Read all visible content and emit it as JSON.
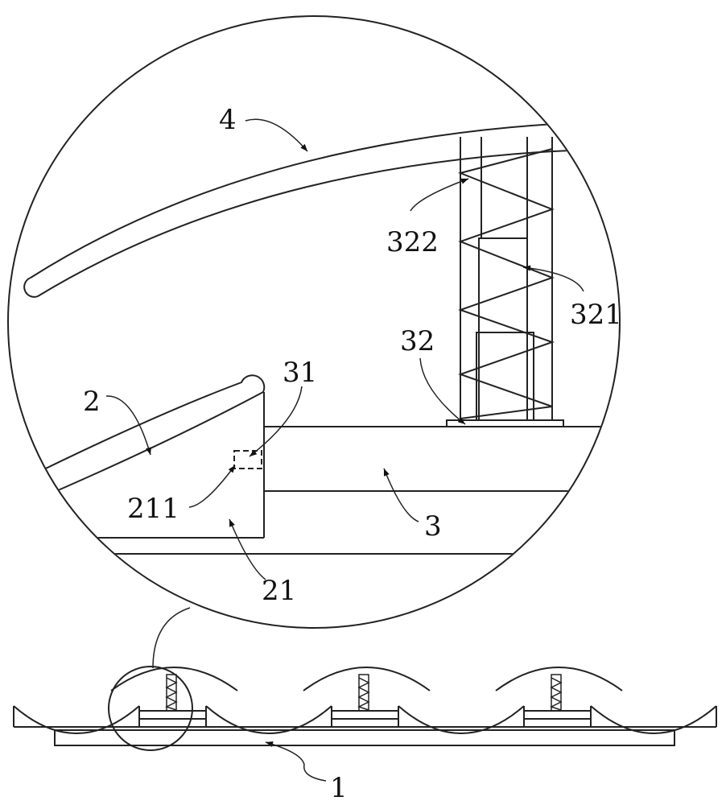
{
  "labels": {
    "l4": "4",
    "l322": "322",
    "l321": "321",
    "l32": "32",
    "l31": "31",
    "l2": "2",
    "l211": "211",
    "l3": "3",
    "l21": "21",
    "l1": "1"
  },
  "colors": {
    "line": "#222222",
    "background": "#ffffff"
  }
}
